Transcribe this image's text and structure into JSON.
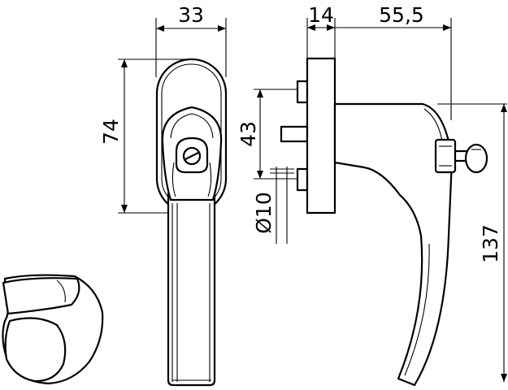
{
  "dimensions": {
    "width_top": "33",
    "depth": "14",
    "projection": "55,5",
    "rose_height": "74",
    "spindle_pitch": "43",
    "diameter": "Ø10",
    "total_height": "137"
  },
  "icons": {
    "front_view": "handle-front-view",
    "side_view": "handle-side-view",
    "cross_section": "grip-cross-section",
    "lock_cylinder": "lock-cylinder-icon",
    "key": "key-icon"
  },
  "colors": {
    "line": "#000000",
    "background": "#ffffff"
  }
}
